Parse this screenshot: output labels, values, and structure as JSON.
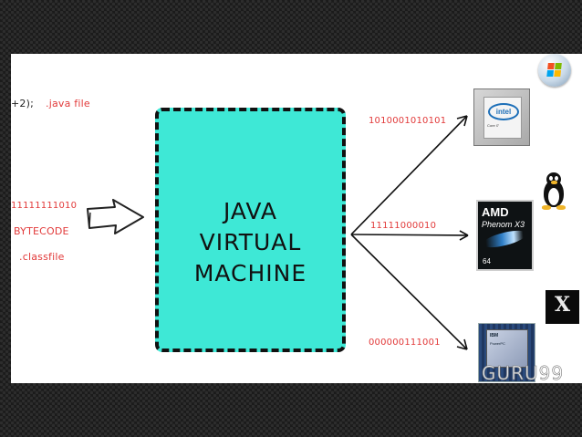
{
  "diagram": {
    "source_code_fragment": "+2);",
    "java_file_label": ".java file",
    "bytecode_bits": "11111111010",
    "bytecode_label": "BYTECODE",
    "classfile_label": ".classfile",
    "jvm_lines": [
      "JAVA",
      "VIRTUAL",
      "MACHINE"
    ],
    "outputs": [
      {
        "bits": "1010001010101",
        "platform": "intel-processor",
        "brand": "intel",
        "model": "Core i7"
      },
      {
        "bits": "11111000010",
        "platform": "amd-processor",
        "brand": "AMD",
        "model": "Phenom X3",
        "bits_label": "64"
      },
      {
        "bits": "000000111001",
        "platform": "ibm-processor",
        "brand": "IBM",
        "model": "PowerPC"
      }
    ],
    "os_icons": [
      "windows-logo-icon",
      "linux-tux-icon",
      "mac-osx-icon"
    ],
    "watermark": "GURU99"
  },
  "colors": {
    "annotation_red": "#e23a3a",
    "jvm_fill": "#3ee8d6",
    "slide_bg": "#ffffff",
    "frame_bg": "#1b1b1b"
  }
}
